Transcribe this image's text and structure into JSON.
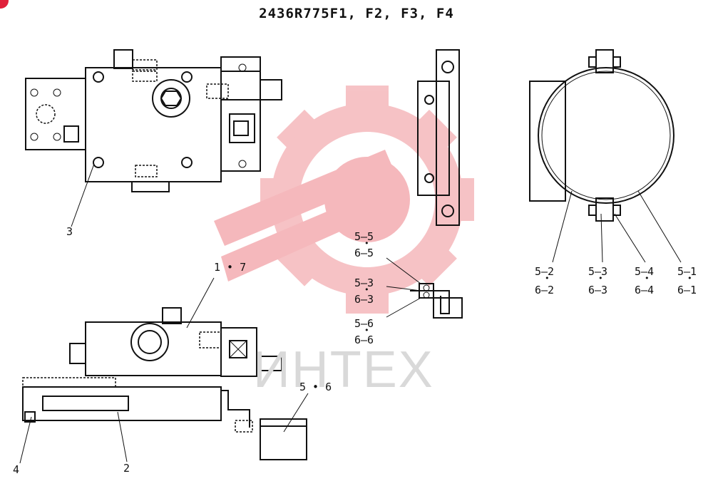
{
  "title": "2436R775F1, F2, F3, F4",
  "watermark": {
    "text": "ИНТЕХ",
    "gear_color": "#f5b8bc",
    "text_color": "#d9d9d9"
  },
  "badge": {
    "color": "#e0203a",
    "icon": "red-circle-badge"
  },
  "callouts": {
    "c_3": "3",
    "c_1_7": "1 • 7",
    "c_4": "4",
    "c_2": "2",
    "c_5_6_bottom": "5 • 6",
    "c_5_5": "5—5",
    "c_6_5": "6—5",
    "c_5_3_mid": "5—3",
    "c_6_3_mid": "6—3",
    "c_5_6": "5—6",
    "c_6_6": "6—6",
    "c_5_2": "5—2",
    "c_6_2": "6—2",
    "c_5_3_right": "5—3",
    "c_6_3_right": "6—3",
    "c_5_4": "5—4",
    "c_6_4": "6—4",
    "c_5_1": "5—1",
    "c_6_1": "6—1",
    "dot": "•"
  }
}
